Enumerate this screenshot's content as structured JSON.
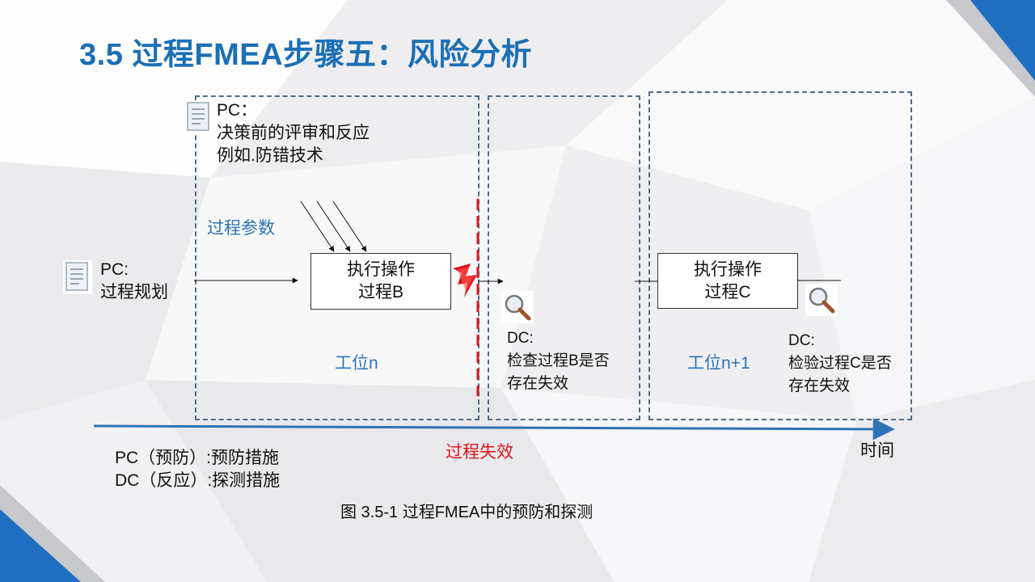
{
  "slide": {
    "title": "3.5 过程FMEA步骤五：风险分析",
    "pc_top": {
      "heading": "PC：",
      "line1": "决策前的评审和反应",
      "line2": "例如.防错技术"
    },
    "process_params": "过程参数",
    "pc_left": {
      "heading": "PC:",
      "line1": "过程规划"
    },
    "box_b": {
      "line1": "执行操作",
      "line2": "过程B"
    },
    "box_c": {
      "line1": "执行操作",
      "line2": "过程C"
    },
    "station_n": "工位n",
    "station_n1": "工位n+1",
    "dc_b": {
      "heading": "DC:",
      "line1": "检查过程B是否",
      "line2": "存在失效"
    },
    "dc_c": {
      "heading": "DC:",
      "line1": "检验过程C是否",
      "line2": "存在失效"
    },
    "failure_label": "过程失效",
    "time_label": "时间",
    "legend": {
      "pc": "PC（预防）:预防措施",
      "dc": "DC（反应）:探测措施"
    },
    "caption": "图 3.5-1 过程FMEA中的预防和探测"
  },
  "colors": {
    "title": "#1c6fb5",
    "accent_blue": "#2e74b5",
    "failure_red": "#e0141e",
    "dashed_frame": "#4f6b87",
    "corner_blue": "#1f6fc0"
  },
  "icons": {
    "document": "document-icon",
    "magnifier": "magnifier-icon",
    "lightning": "lightning-icon"
  }
}
